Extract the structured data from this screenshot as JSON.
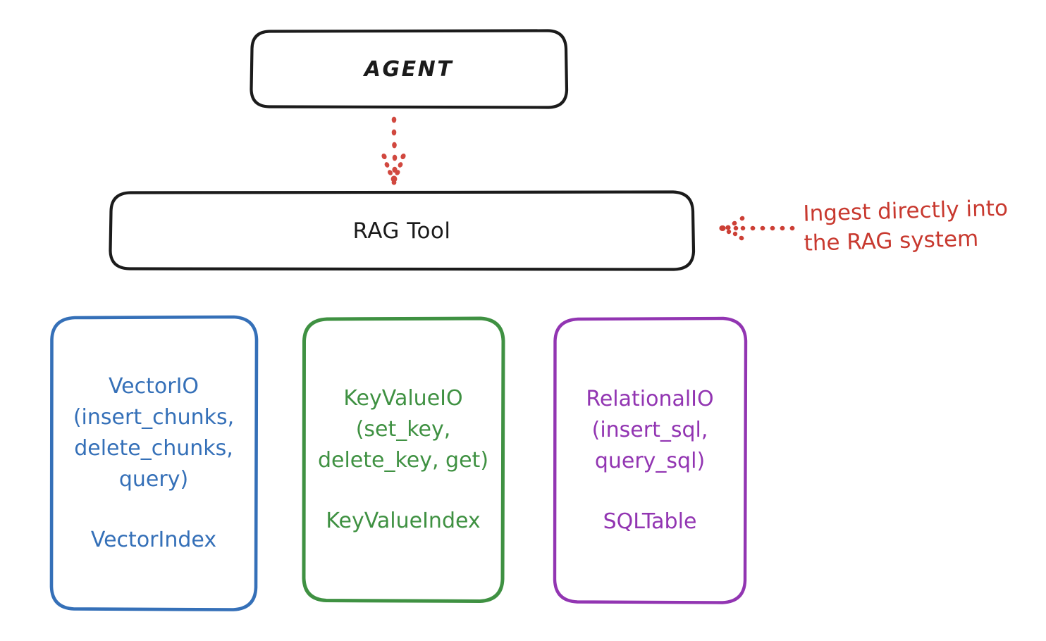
{
  "diagram": {
    "title_nodes": {
      "agent": "AGENT",
      "rag_tool": "RAG Tool"
    },
    "providers": [
      {
        "id": "vector-io",
        "api": "VectorIO\n(insert_chunks,\ndelete_chunks,\nquery)",
        "index": "VectorIndex",
        "color": "#3570b8"
      },
      {
        "id": "key-value-io",
        "api": "KeyValueIO\n(set_key,\ndelete_key, get)",
        "index": "KeyValueIndex",
        "color": "#3f9142"
      },
      {
        "id": "relational-io",
        "api": "RelationalIO\n(insert_sql,\nquery_sql)",
        "index": "SQLTable",
        "color": "#9235b2"
      }
    ],
    "annotations": {
      "ingest_note": "Ingest directly into\nthe RAG system",
      "ingest_note_color": "#c8392f"
    },
    "connectors": {
      "agent_to_rag": "dotted-down-arrow",
      "ingest_to_rag": "dotted-left-arrow",
      "connector_color": "#d1483f"
    },
    "colors": {
      "stroke_dark": "#1b1b1b",
      "background": "#ffffff"
    }
  }
}
